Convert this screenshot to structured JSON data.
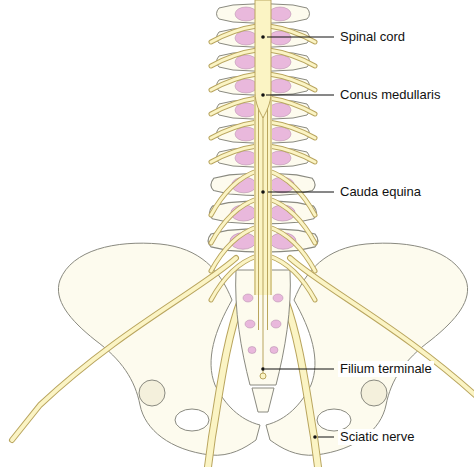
{
  "diagram": {
    "labels": [
      "Spinal cord",
      "Conus medullaris",
      "Cauda equina",
      "Filium terminale",
      "Sciatic nerve"
    ]
  }
}
